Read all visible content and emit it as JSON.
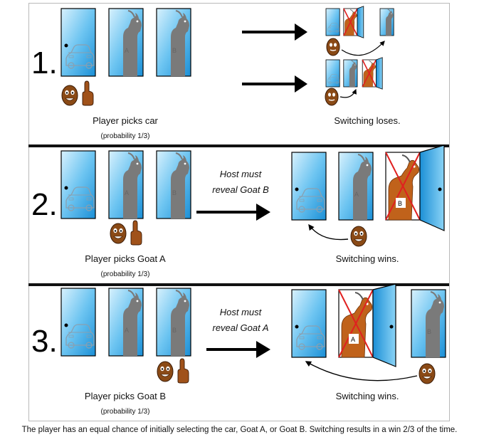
{
  "figure": {
    "caption": "The player has an equal chance of initially selecting the car, Goat A, or Goat B. Switching results in a win 2/3 of the time."
  },
  "scenarios": [
    {
      "number": "1.",
      "pick_label": "Player picks car",
      "probability": "(probability 1/3)",
      "host_label_line1": "",
      "host_label_line2": "",
      "outcome_label": "Switching loses."
    },
    {
      "number": "2.",
      "pick_label": "Player picks Goat A",
      "probability": "(probability 1/3)",
      "host_label_line1": "Host must",
      "host_label_line2": "reveal Goat B",
      "outcome_label": "Switching wins."
    },
    {
      "number": "3.",
      "pick_label": "Player picks Goat B",
      "probability": "(probability 1/3)",
      "host_label_line1": "Host must",
      "host_label_line2": "reveal Goat A",
      "outcome_label": "Switching wins."
    }
  ],
  "door_labels": {
    "goat_a": "A",
    "goat_b": "B"
  },
  "colors": {
    "door_blue": "#2aa3e8",
    "door_blue_light": "#bfe6fb",
    "goat_gray": "#7a7a7a",
    "goat_brown": "#c0621b",
    "cross_red": "#e02020",
    "player_face": "#8a4a16",
    "separator": "#111111"
  },
  "icons": [
    "car-icon",
    "goat-icon",
    "player-face-icon",
    "pointing-hand-icon",
    "arrow-icon",
    "cross-icon"
  ]
}
